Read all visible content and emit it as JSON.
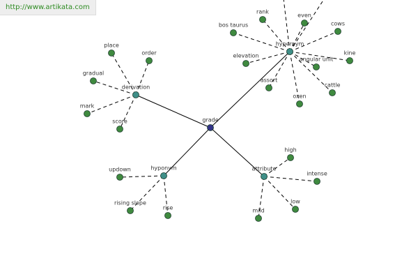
{
  "url": "http://www.artikata.com",
  "colors": {
    "root_node": "#333388",
    "relation_node": "#3f8f88",
    "leaf_node": "#3f8a3f",
    "node_stroke": "#1f3f2f",
    "edge": "#000000",
    "url_text": "#2e8b22"
  },
  "graph": {
    "root": "grade",
    "relations": [
      {
        "label": "derivation",
        "leaves": [
          "place",
          "order",
          "gradual",
          "mark",
          "score"
        ]
      },
      {
        "label": "hypernym",
        "leaves": [
          "bos taurus",
          "rank",
          "even",
          "cows",
          "elevation",
          "kine",
          "angular unit",
          "assort",
          "cattle",
          "oxen"
        ]
      },
      {
        "label": "hyponym",
        "leaves": [
          "updown",
          "rising slope",
          "rise"
        ]
      },
      {
        "label": "attribute",
        "leaves": [
          "high",
          "intense",
          "mild",
          "low"
        ]
      }
    ]
  }
}
